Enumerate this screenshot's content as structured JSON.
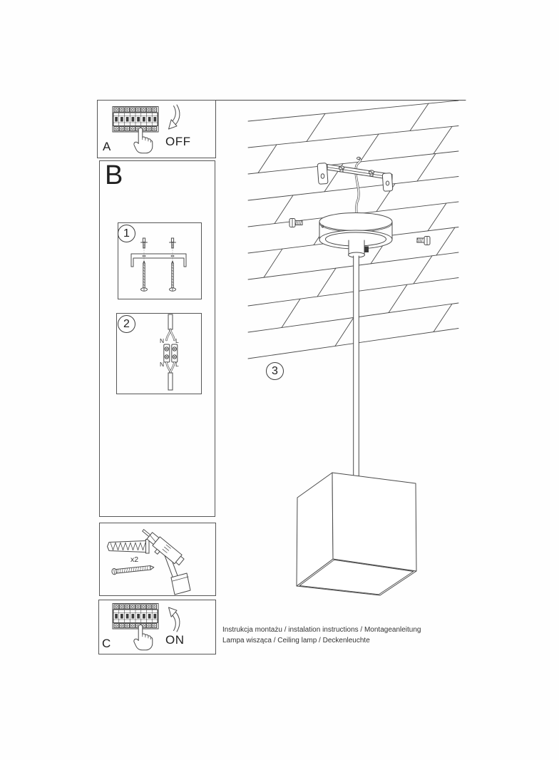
{
  "document": {
    "footer_line1": "Instrukcja montażu / instalation instructions / Montageanleitung",
    "footer_line2": "Lampa wisząca / Ceiling lamp / Deckenleuchte"
  },
  "steps": {
    "a": {
      "label": "A",
      "switch_state": "OFF"
    },
    "b": {
      "label": "B"
    },
    "c": {
      "label": "C",
      "switch_state": "ON"
    },
    "step1": {
      "number": "1"
    },
    "step2": {
      "number": "2",
      "wire_labels": {
        "top_left": "N",
        "top_right": "L",
        "bottom_left": "N",
        "bottom_right": "L"
      }
    },
    "step3": {
      "number": "3"
    },
    "tools": {
      "anchor_count_label": "x2"
    }
  },
  "colors": {
    "line": "#4a4a4a",
    "text": "#222222",
    "border": "#565656",
    "background": "#ffffff"
  }
}
